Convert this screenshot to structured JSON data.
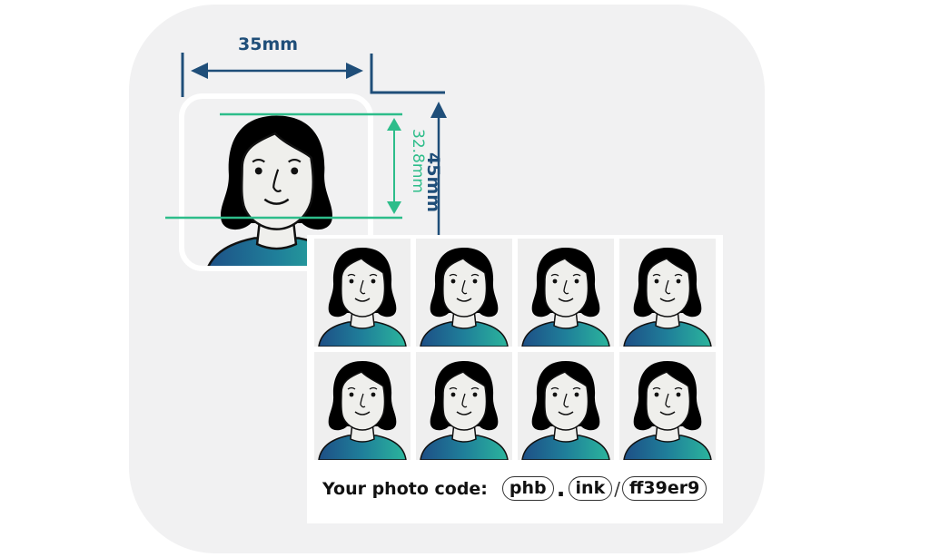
{
  "diagram": {
    "width_label": "35mm",
    "height_label": "45mm",
    "face_height_label": "32.8mm"
  },
  "sheet": {
    "photo_count": 8,
    "columns": 4,
    "rows": 2,
    "code_label": "Your photo code:",
    "code_parts": [
      "phb",
      "ink",
      "ff39er9"
    ],
    "separators": [
      ".",
      "/"
    ]
  },
  "colors": {
    "dimension_blue": "#1f4e79",
    "guide_green": "#2dbd8a",
    "panel_bg": "#f1f1f2",
    "shirt_dark": "#1e5a8a",
    "shirt_light": "#2bb5a0"
  }
}
